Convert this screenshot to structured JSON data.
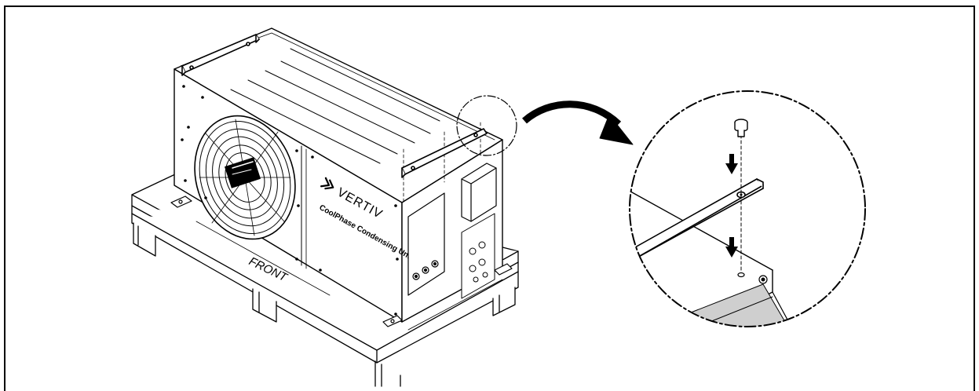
{
  "labels": {
    "brand": "VERTIV",
    "product": "CoolPhase Condensing Unit",
    "front": "FRONT"
  },
  "colors": {
    "line": "#000000",
    "background": "#ffffff",
    "shade": "#cfcfcf"
  },
  "icons": {
    "brand_logo": "vertiv-chevron-logo",
    "callout_arrow": "curved-arrow-right",
    "down_arrow": "arrow-down"
  }
}
